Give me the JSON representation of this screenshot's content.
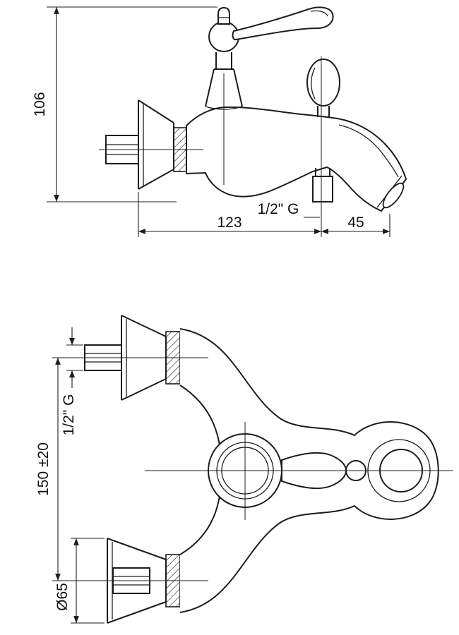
{
  "side_view": {
    "dim_height": "106",
    "dim_length": "123",
    "dim_spout": "45",
    "thread_label": "1/2\" G"
  },
  "front_view": {
    "dim_spacing": "150 ±20",
    "thread_label": "1/2\" G",
    "dim_flange_diameter": "Ø65"
  }
}
